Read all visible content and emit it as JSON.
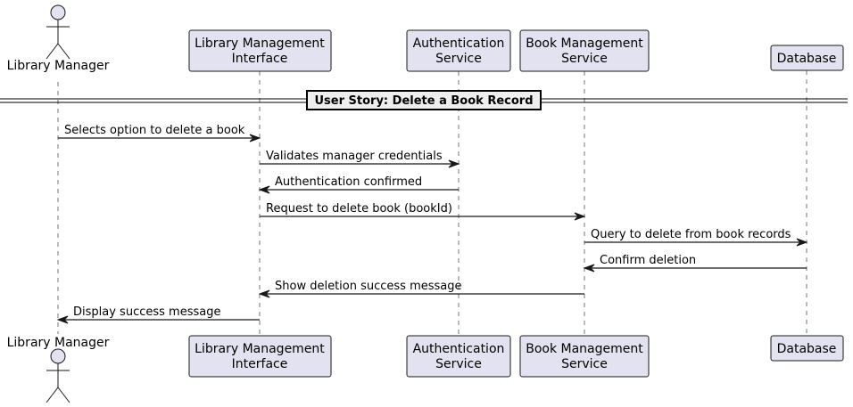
{
  "diagram": {
    "type": "sequence",
    "participants": [
      {
        "id": "manager",
        "kind": "actor",
        "lines": [
          "Library Manager"
        ]
      },
      {
        "id": "ui",
        "kind": "participant",
        "lines": [
          "Library Management",
          "Interface"
        ]
      },
      {
        "id": "auth",
        "kind": "participant",
        "lines": [
          "Authentication",
          "Service"
        ]
      },
      {
        "id": "books",
        "kind": "participant",
        "lines": [
          "Book Management",
          "Service"
        ]
      },
      {
        "id": "db",
        "kind": "participant",
        "lines": [
          "Database"
        ]
      }
    ],
    "divider": {
      "label": "User Story: Delete a Book Record"
    },
    "messages": [
      {
        "from": "manager",
        "to": "ui",
        "label": "Selects option to delete a book"
      },
      {
        "from": "ui",
        "to": "auth",
        "label": "Validates manager credentials"
      },
      {
        "from": "auth",
        "to": "ui",
        "label": "Authentication confirmed"
      },
      {
        "from": "ui",
        "to": "books",
        "label": "Request to delete book (bookId)"
      },
      {
        "from": "books",
        "to": "db",
        "label": "Query to delete from book records"
      },
      {
        "from": "db",
        "to": "books",
        "label": "Confirm deletion"
      },
      {
        "from": "books",
        "to": "ui",
        "label": "Show deletion success message"
      },
      {
        "from": "ui",
        "to": "manager",
        "label": "Display success message"
      }
    ],
    "colors": {
      "participant_fill": "#E2E2F0",
      "stroke": "#181818",
      "divider_fill": "#EEEEEE"
    }
  }
}
